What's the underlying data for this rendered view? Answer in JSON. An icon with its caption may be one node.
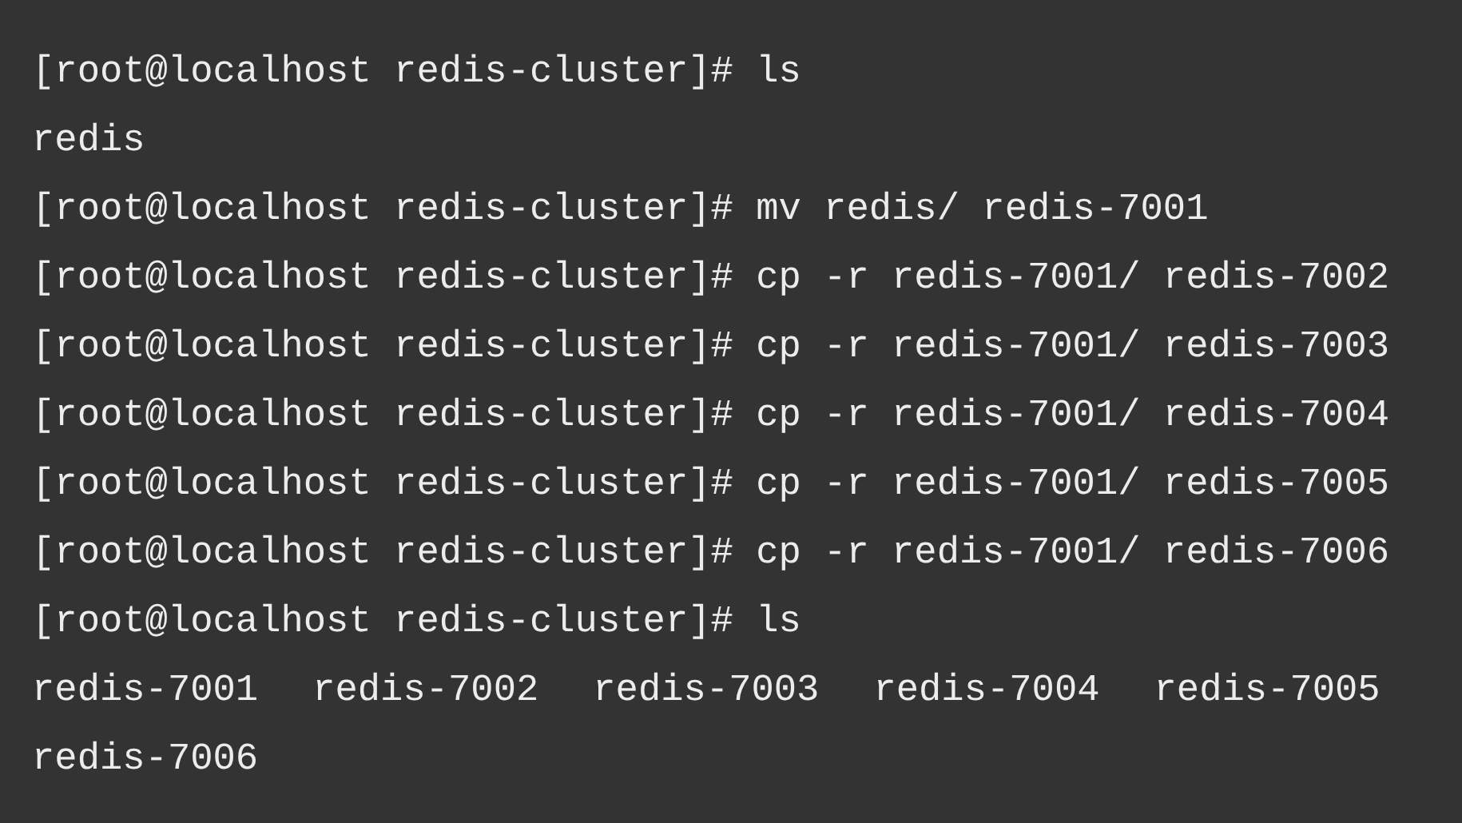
{
  "diagram": {
    "labels": [
      "[root@localhost redis-cluster]# ls",
      "redis",
      "[root@localhost redis-cluster]# mv redis/ redis-7001",
      "[root@localhost redis-cluster]# cp -r redis-7001/ redis-7002",
      "[root@localhost redis-cluster]# cp -r redis-7001/ redis-7003",
      "[root@localhost redis-cluster]# cp -r redis-7001/ redis-7004",
      "[root@localhost redis-cluster]# cp -r redis-7001/ redis-7005",
      "[root@localhost redis-cluster]# cp -r redis-7001/ redis-7006",
      "[root@localhost redis-cluster]# ls",
      "redis-7001",
      "redis-7002",
      "redis-7003",
      "redis-7004",
      "redis-7005",
      "redis-7006"
    ]
  }
}
